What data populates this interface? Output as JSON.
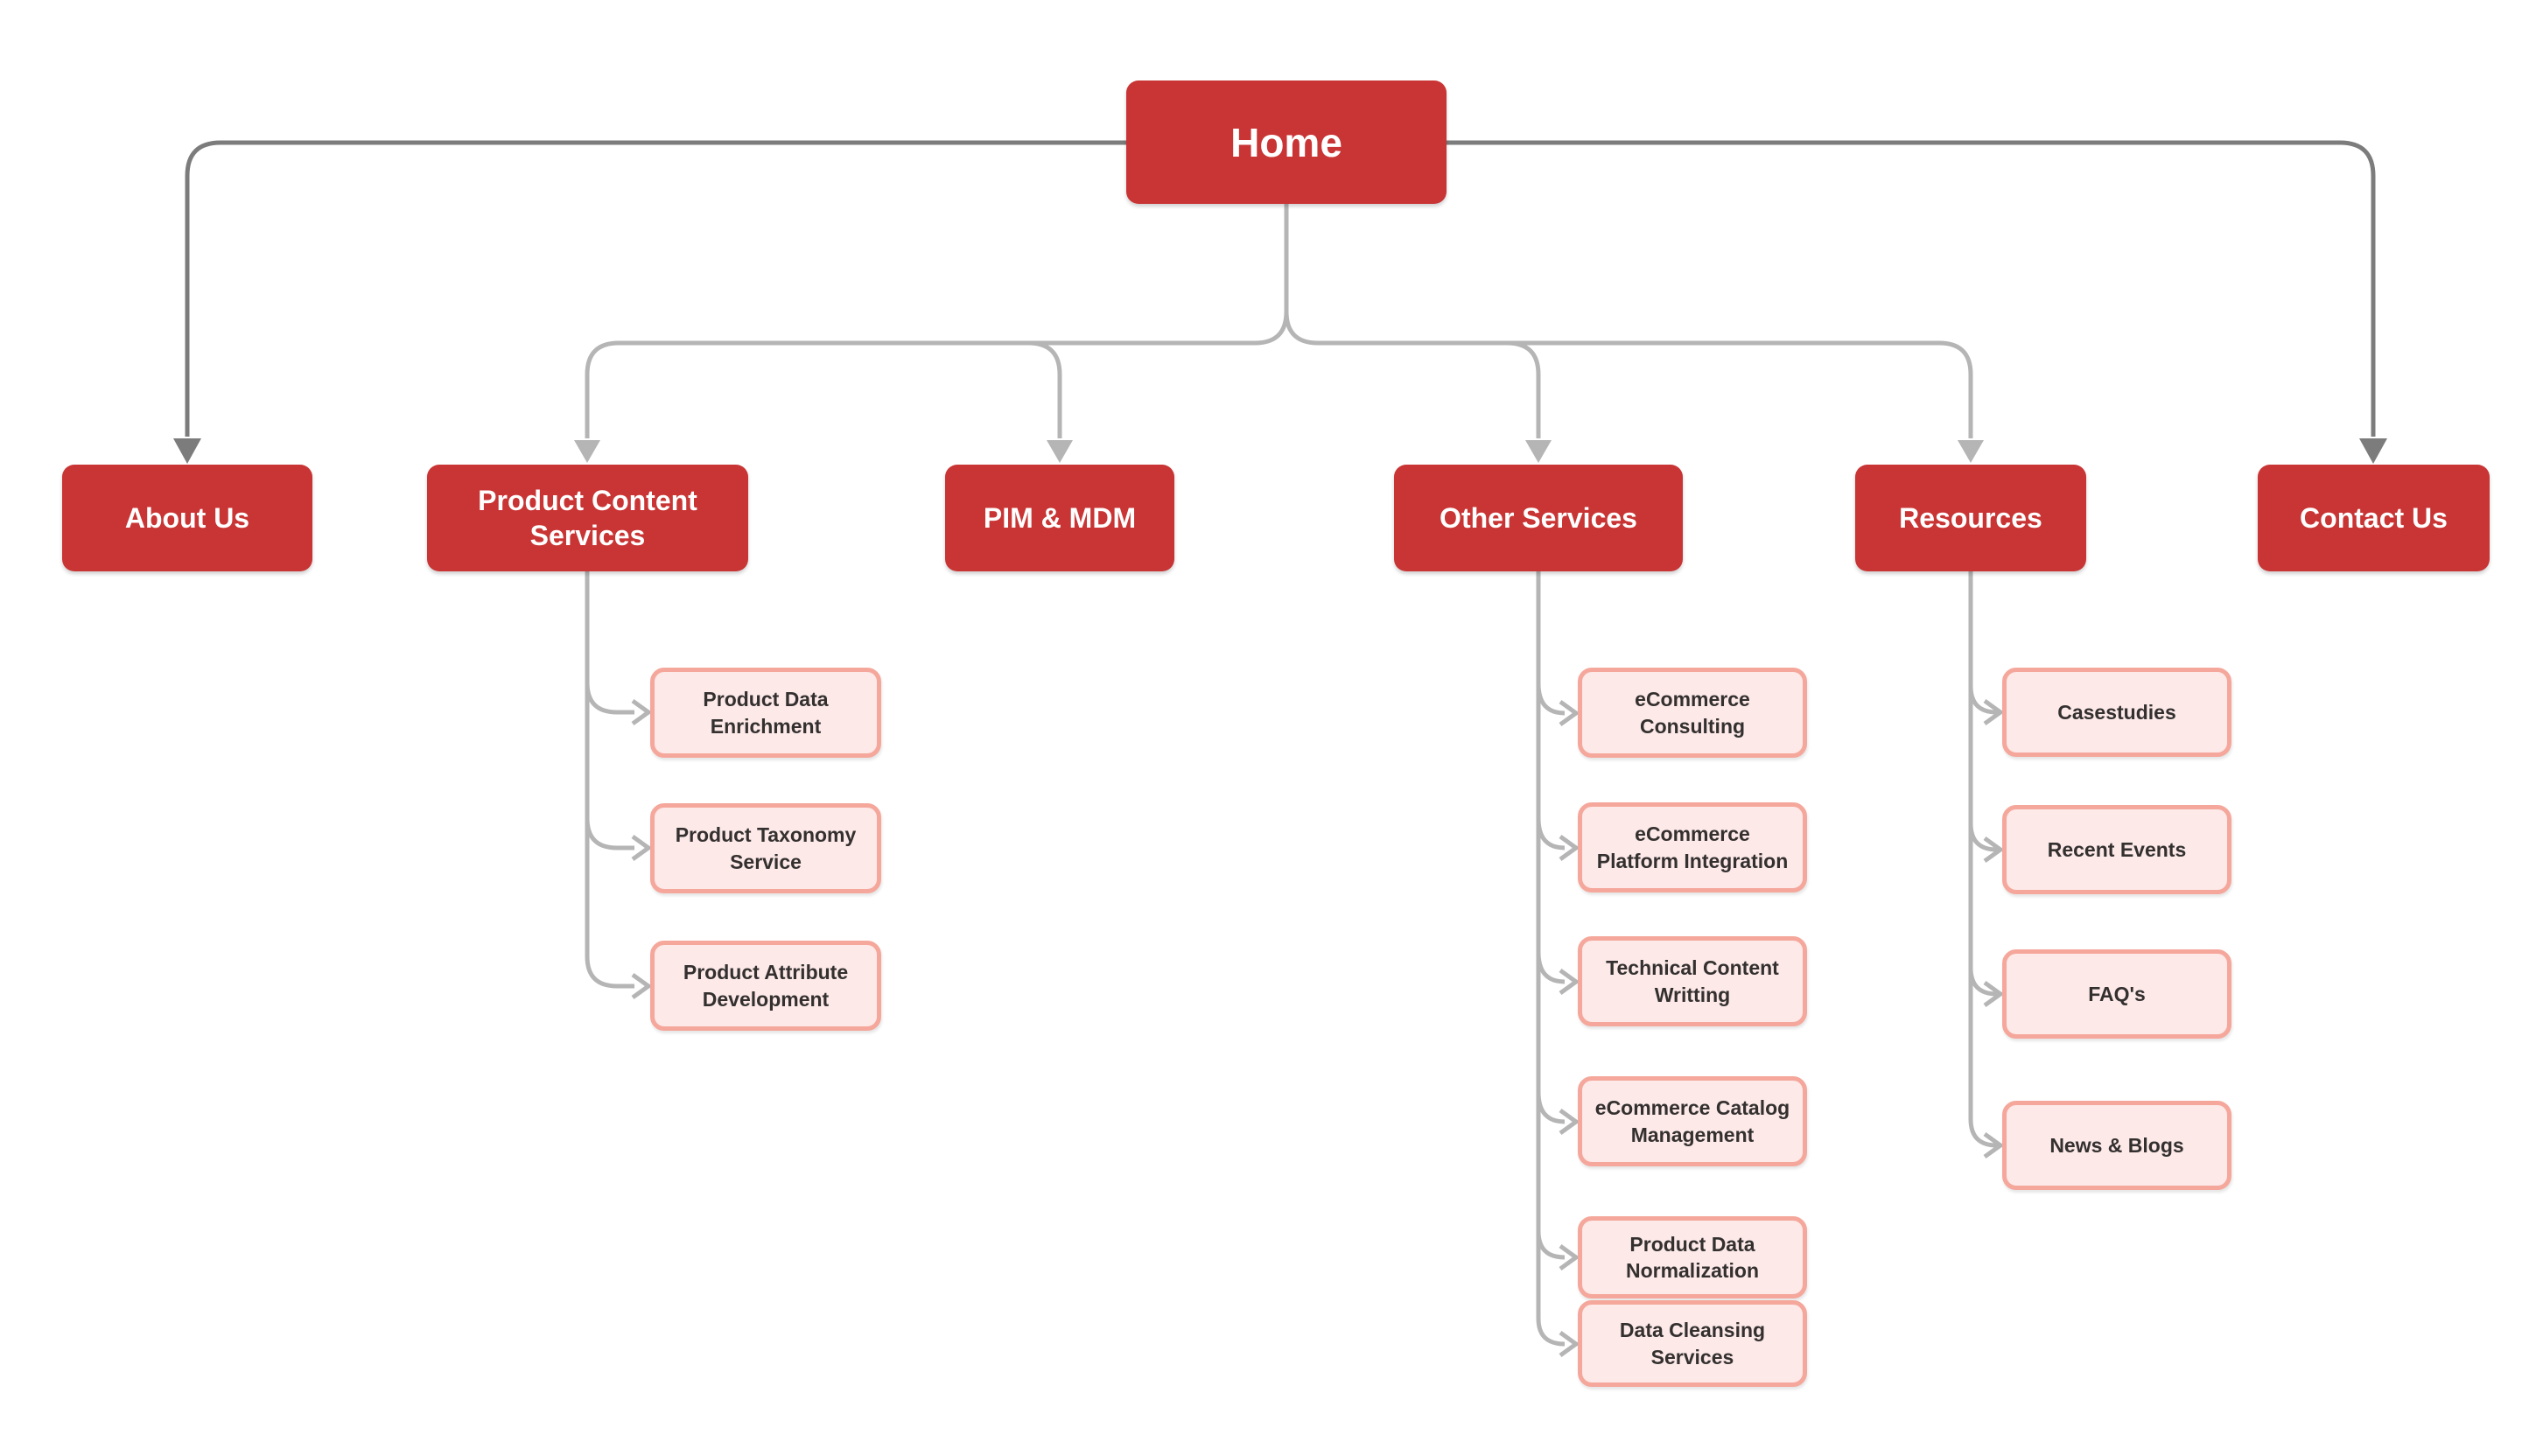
{
  "nodes": {
    "home": {
      "label": "Home"
    },
    "level2": [
      {
        "label": "About Us"
      },
      {
        "label": "Product Content Services"
      },
      {
        "label": "PIM & MDM"
      },
      {
        "label": "Other Services"
      },
      {
        "label": "Resources"
      },
      {
        "label": "Contact Us"
      }
    ],
    "product_content_children": [
      {
        "label": "Product Data Enrichment"
      },
      {
        "label": "Product Taxonomy Service"
      },
      {
        "label": "Product Attribute Development"
      }
    ],
    "other_services_children": [
      {
        "label": "eCommerce Consulting"
      },
      {
        "label": "eCommerce Platform Integration"
      },
      {
        "label": "Technical Content Writting"
      },
      {
        "label": "eCommerce Catalog Management"
      },
      {
        "label": "Product Data Normalization"
      },
      {
        "label": "Data Cleansing Services"
      }
    ],
    "resources_children": [
      {
        "label": "Casestudies"
      },
      {
        "label": "Recent Events"
      },
      {
        "label": "FAQ's"
      },
      {
        "label": "News & Blogs"
      }
    ]
  },
  "colors": {
    "primary-red": "#C93434",
    "child-bg": "#FCE9E8",
    "child-border": "#F5A79B",
    "child-text": "#33302F",
    "connector-dark": "#7C7C7C",
    "connector-light": "#B5B5B5"
  }
}
